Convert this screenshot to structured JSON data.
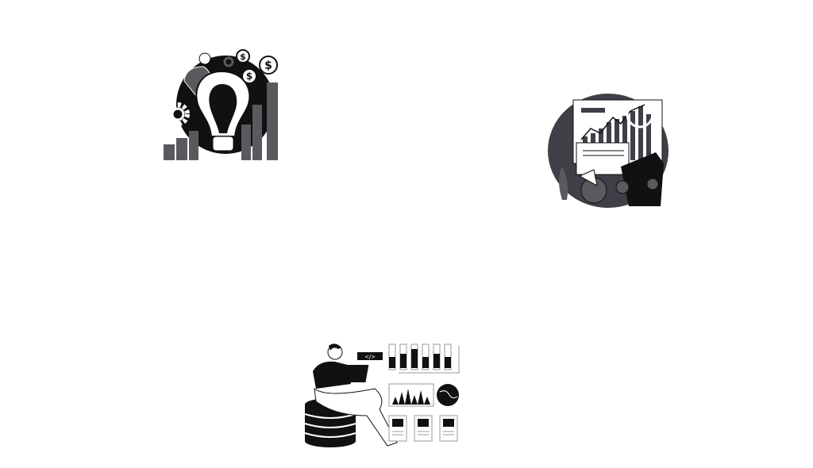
{
  "illustrations": [
    {
      "id": "innovation-growth",
      "glyph": "$"
    },
    {
      "id": "analytics-robot-arm"
    },
    {
      "id": "developer-data-dashboard",
      "glyph": "</>"
    }
  ],
  "colors": {
    "dark": "#111111",
    "gray": "#5a5a5e",
    "slate": "#3e3f47",
    "white": "#ffffff"
  }
}
